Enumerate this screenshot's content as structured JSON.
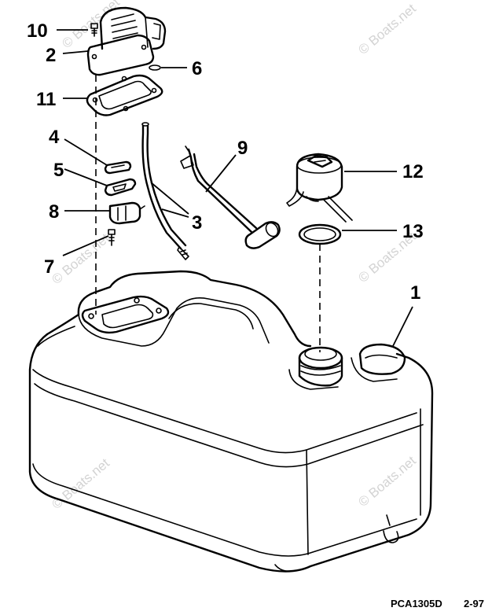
{
  "callouts": [
    {
      "id": "10",
      "label": "10"
    },
    {
      "id": "2",
      "label": "2"
    },
    {
      "id": "6",
      "label": "6"
    },
    {
      "id": "11",
      "label": "11"
    },
    {
      "id": "4",
      "label": "4"
    },
    {
      "id": "5",
      "label": "5"
    },
    {
      "id": "8",
      "label": "8"
    },
    {
      "id": "7",
      "label": "7"
    },
    {
      "id": "9",
      "label": "9"
    },
    {
      "id": "3",
      "label": "3"
    },
    {
      "id": "12",
      "label": "12"
    },
    {
      "id": "13",
      "label": "13"
    },
    {
      "id": "1",
      "label": "1"
    }
  ],
  "watermark": "© Boats.net",
  "footer": {
    "part_code": "PCA1305D",
    "revision": "2-97"
  }
}
